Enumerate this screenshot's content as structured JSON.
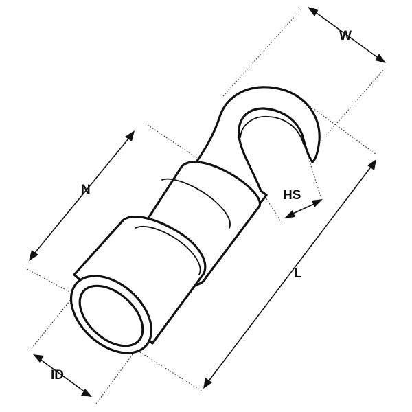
{
  "diagram": {
    "labels": {
      "w": "W",
      "n": "N",
      "hs": "HS",
      "l": "L",
      "id": "ID"
    }
  }
}
